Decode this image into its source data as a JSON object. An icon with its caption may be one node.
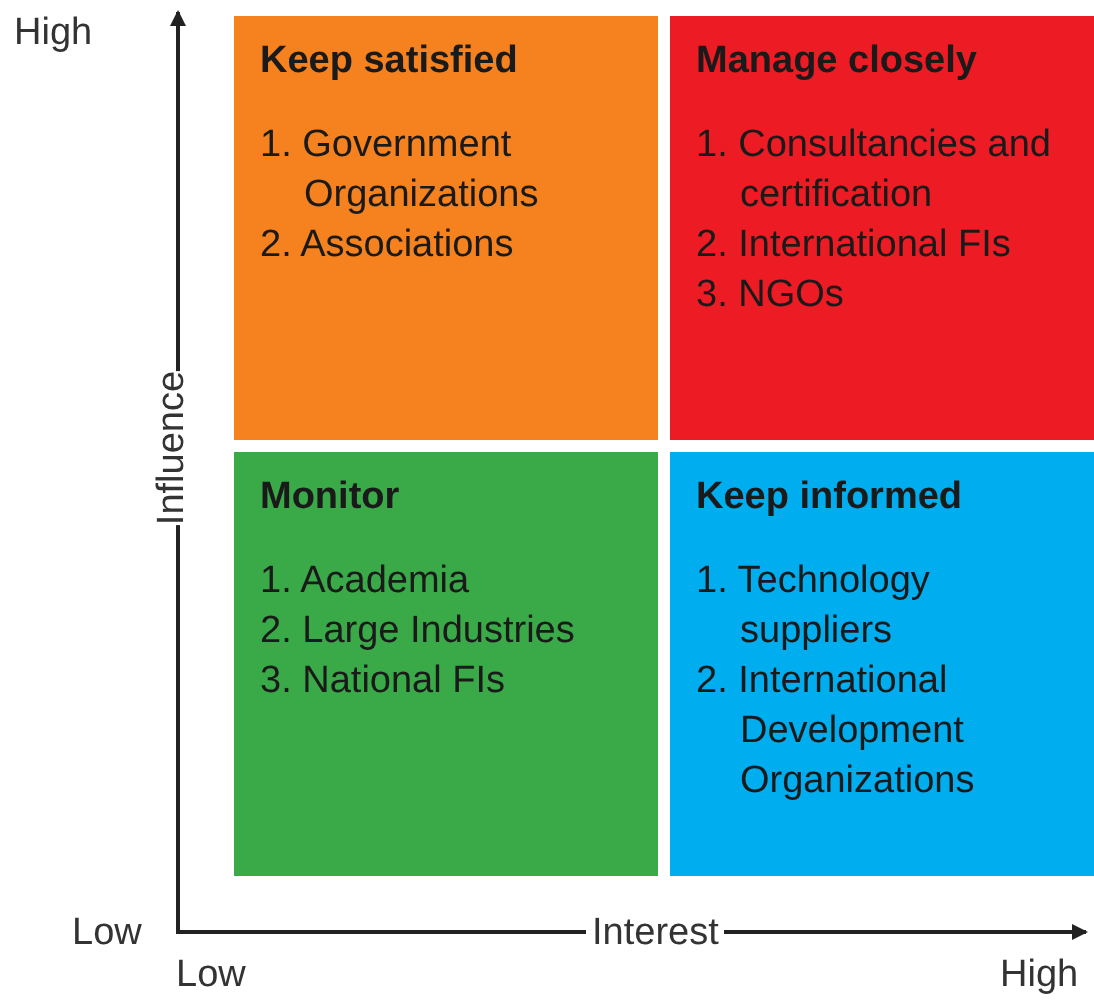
{
  "diagram": {
    "nodes": [
      {
        "text": [
          "Keep satisfied",
          "1. Government Organizations",
          "2. Associations"
        ]
      },
      {
        "text": [
          "Manage closely",
          "1. Consultancies and certification",
          "2. International FIs",
          "3. NGOs"
        ]
      },
      {
        "text": [
          "Monitor",
          "1. Academia",
          "2. Large Industries",
          "3. National FIs"
        ]
      },
      {
        "text": [
          "Keep informed",
          "1. Technology suppliers",
          "2. International Development Organizations"
        ]
      }
    ],
    "edges": [],
    "labels": [
      "High",
      "Influence",
      "Low",
      "Interest",
      "Low",
      "High"
    ]
  }
}
